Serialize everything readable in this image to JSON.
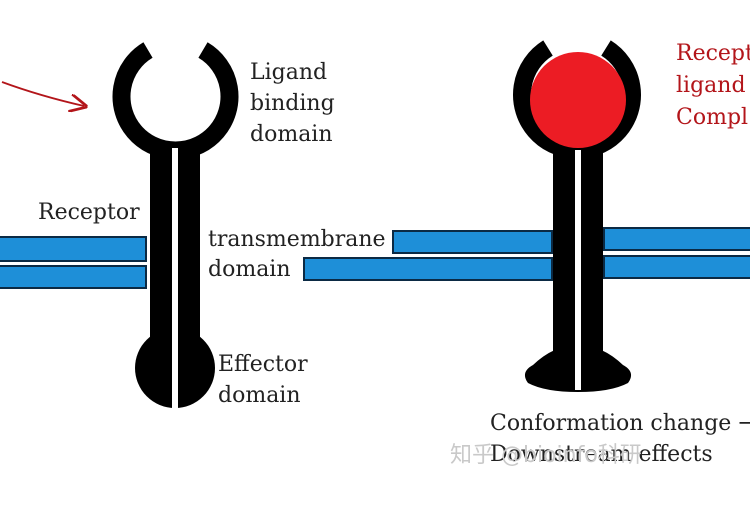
{
  "colors": {
    "membrane": "#1e8fd8",
    "membrane_edge": "#0b2a44",
    "receptor": "#000000",
    "ligand": "#ec1c24",
    "label": "#222222",
    "label_red": "#b3151a",
    "arrow": "#b3151a",
    "watermark": "#c9c9c9"
  },
  "left_receptor": {
    "ligand_binding_label": [
      "Ligand",
      "binding",
      "domain"
    ],
    "receptor_label": "Receptor",
    "transmembrane_label": [
      "transmembrane",
      "domain"
    ],
    "effector_label": [
      "Effector",
      "domain"
    ]
  },
  "right_receptor": {
    "complex_label": [
      "Recept",
      "ligand",
      "Compl"
    ],
    "conformation_label": "Conformation change →",
    "downstream_label": "Downstream effects"
  },
  "watermark": "知乎 @bioinfo科研"
}
